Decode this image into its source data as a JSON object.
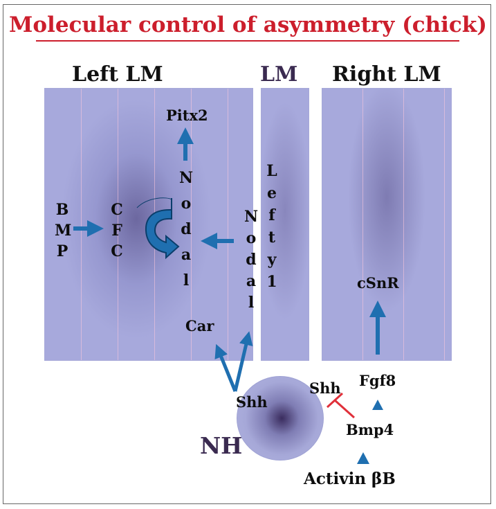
{
  "title": "Molecular control of asymmetry (chick)",
  "headers": {
    "left": "Left LM",
    "middle": "LM",
    "right": "Right LM"
  },
  "left": {
    "pitx2": "Pitx2",
    "bmp": [
      "B",
      "M",
      "P"
    ],
    "cfc": [
      "C",
      "F",
      "C"
    ],
    "nodal": [
      "N",
      "o",
      "d",
      "a",
      "l"
    ],
    "car": "Car"
  },
  "middle": {
    "nodal": [
      "N",
      "o",
      "d",
      "a",
      "l"
    ],
    "lefty": [
      "L",
      "e",
      "f",
      "t",
      "y",
      "1"
    ]
  },
  "right": {
    "csnr": "cSnR"
  },
  "bottom": {
    "nh": "NH",
    "shh_left": "Shh",
    "shh_right": "Shh",
    "fgf8": "Fgf8",
    "bmp4": "Bmp4",
    "activin": "Activin βB"
  },
  "colors": {
    "title": "#cc1e2c",
    "arrow": "#1f6fb0",
    "inhibit": "#e0303a",
    "panel": "#a7a9dc"
  }
}
